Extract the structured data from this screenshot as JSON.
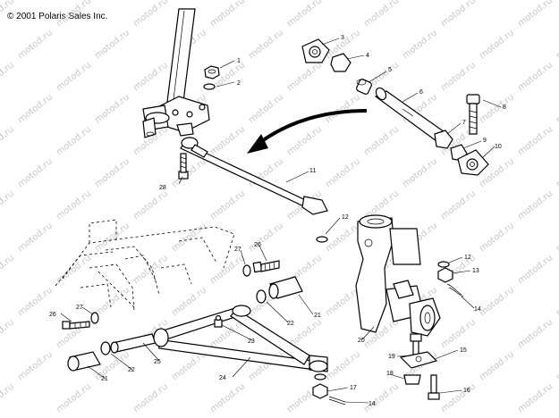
{
  "copyright": "© 2001 Polaris Sales Inc.",
  "watermark": "motod.ru",
  "callouts": [
    "1",
    "2",
    "3",
    "4",
    "5",
    "6",
    "7",
    "8",
    "9",
    "10",
    "11",
    "12",
    "12",
    "13",
    "14",
    "14",
    "15",
    "16",
    "17",
    "18",
    "19",
    "20",
    "21",
    "21",
    "22",
    "22",
    "23",
    "24",
    "25",
    "26",
    "26",
    "27",
    "27",
    "28"
  ]
}
